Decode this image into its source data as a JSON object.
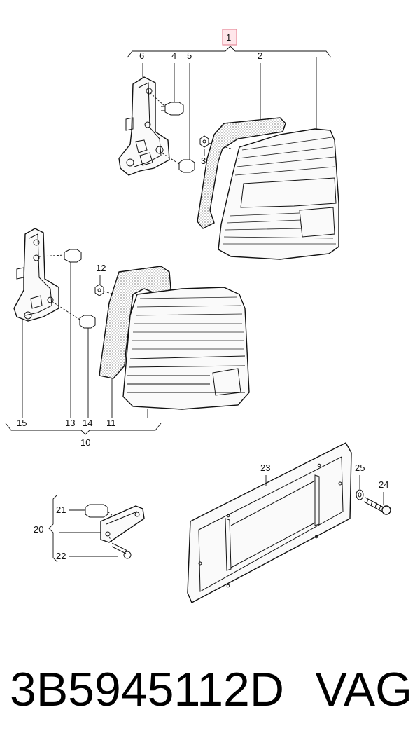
{
  "callouts": {
    "c1": "1",
    "c2": "2",
    "c3": "3",
    "c4": "4",
    "c5": "5",
    "c6": "6",
    "c10": "10",
    "c11": "11",
    "c12": "12",
    "c13": "13",
    "c14": "14",
    "c15": "15",
    "c20": "20",
    "c21": "21",
    "c22": "22",
    "c23": "23",
    "c24": "24",
    "c25": "25"
  },
  "footer": {
    "part_number": "3B5945112D",
    "brand": "VAG"
  },
  "colors": {
    "highlight_box": "#e58a9a",
    "lines": "#111111"
  }
}
